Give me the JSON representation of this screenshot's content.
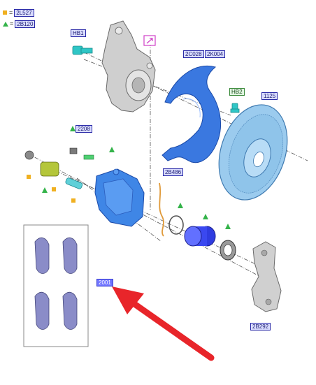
{
  "legend": [
    {
      "symbol": "orange-square",
      "code": "2L527"
    },
    {
      "symbol": "green-triangle",
      "code": "2B120"
    }
  ],
  "legend_equals": "=",
  "labels": {
    "hb1": "HB1",
    "hb2": "HB2",
    "shield": "2C028",
    "shield2": "2K004",
    "disc": "1125",
    "bolt_kit": "2208",
    "sensor": "2B486",
    "pads": "2001",
    "bracket": "2B292"
  },
  "colors": {
    "label_border": "#2a2aa8",
    "label_fill": "#d9dcff",
    "pad_label_fill": "#6f74ff",
    "green_label_fill": "#dff4df",
    "legend_square": "#f0b020",
    "legend_triangle": "#34b34a",
    "part_blue": "#3f7ee0",
    "disc_blue": "#8fc4ea",
    "pad_purple": "#8a8cc8",
    "knuckle_grey": "#c8c8c8",
    "arrow_red": "#e8252a",
    "pointer_magenta": "#d040c8"
  },
  "icons": [
    "arrow-pointer-icon"
  ]
}
